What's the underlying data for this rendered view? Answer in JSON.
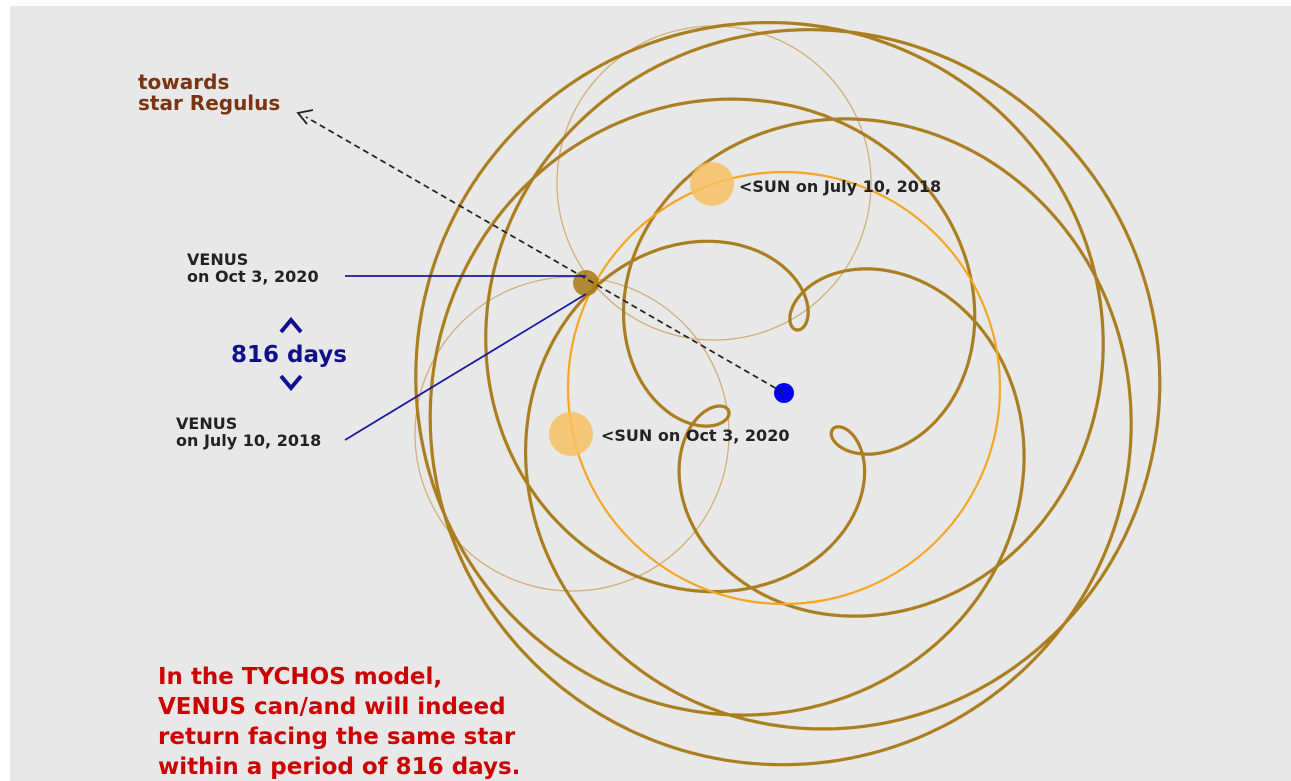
{
  "labels": {
    "regulus_line1": "towards",
    "regulus_line2": "star Regulus",
    "venus_2020_line1": "VENUS",
    "venus_2020_line2": "on Oct 3, 2020",
    "days": "816 days",
    "venus_2018_line1": "VENUS",
    "venus_2018_line2": "on July 10, 2018",
    "sun_2018": "<SUN on July 10, 2018",
    "sun_2020": "<SUN on Oct 3, 2020"
  },
  "caption": {
    "line1": "In the TYCHOS model,",
    "line2": "VENUS can/and will indeed",
    "line3": "return facing the same star",
    "line4": "within a period of 816 days."
  },
  "colors": {
    "background": "#e8e8e8",
    "venus_path": "#a87814",
    "sun_orbit": "#f5a623",
    "sun": "#f7c060",
    "earth": "#0000ee",
    "pointer_line": "#1a1aa0",
    "days_label": "#10108a",
    "regulus_label": "#7a3412",
    "caption": "#cc0000",
    "label_text": "#222222"
  }
}
